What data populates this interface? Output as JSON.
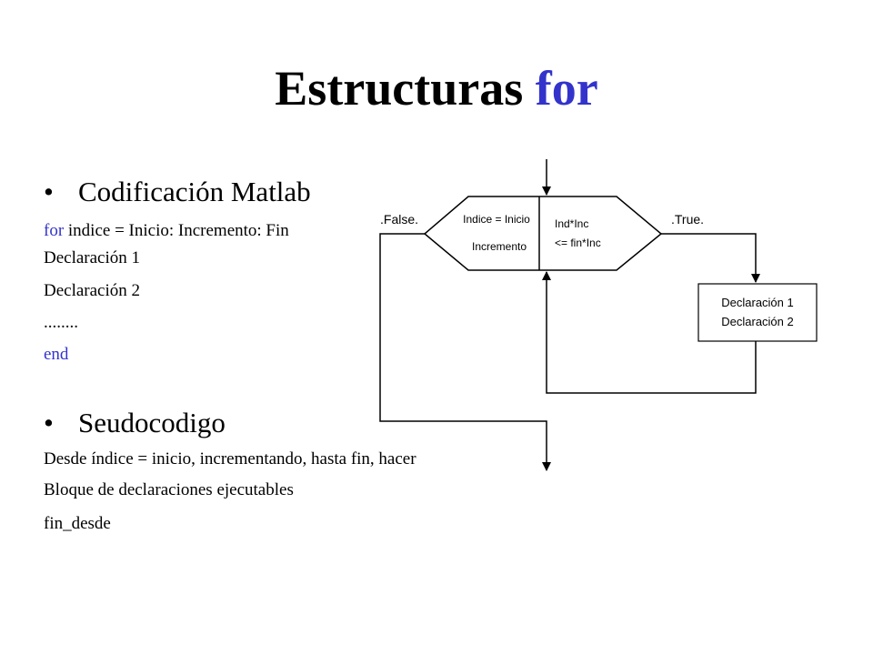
{
  "title": {
    "main": "Estructuras",
    "keyword": "for"
  },
  "section1": {
    "bullet": "•",
    "heading": "Codificación Matlab",
    "for_keyword": "for",
    "for_rest": " indice = Inicio: Incremento: Fin",
    "line2": "Declaración 1",
    "line3": "Declaración 2",
    "line4": "........",
    "end_keyword": "end"
  },
  "section2": {
    "bullet": "•",
    "heading": "Seudocodigo",
    "line1": "Desde índice = inicio, incrementando, hasta fin,  hacer",
    "line2": "Bloque de declaraciones ejecutables",
    "line3": "fin_desde"
  },
  "flowchart": {
    "false_label": ".False.",
    "true_label": ".True.",
    "init_label": "Indice = Inicio",
    "increment_label": "Incremento",
    "cond_line1": "Ind*Inc",
    "cond_line2": "<= fin*Inc",
    "body_line1": "Declaración 1",
    "body_line2": "Declaración 2"
  },
  "colors": {
    "keyword": "#3333cc",
    "text": "#000000",
    "background": "#ffffff"
  }
}
